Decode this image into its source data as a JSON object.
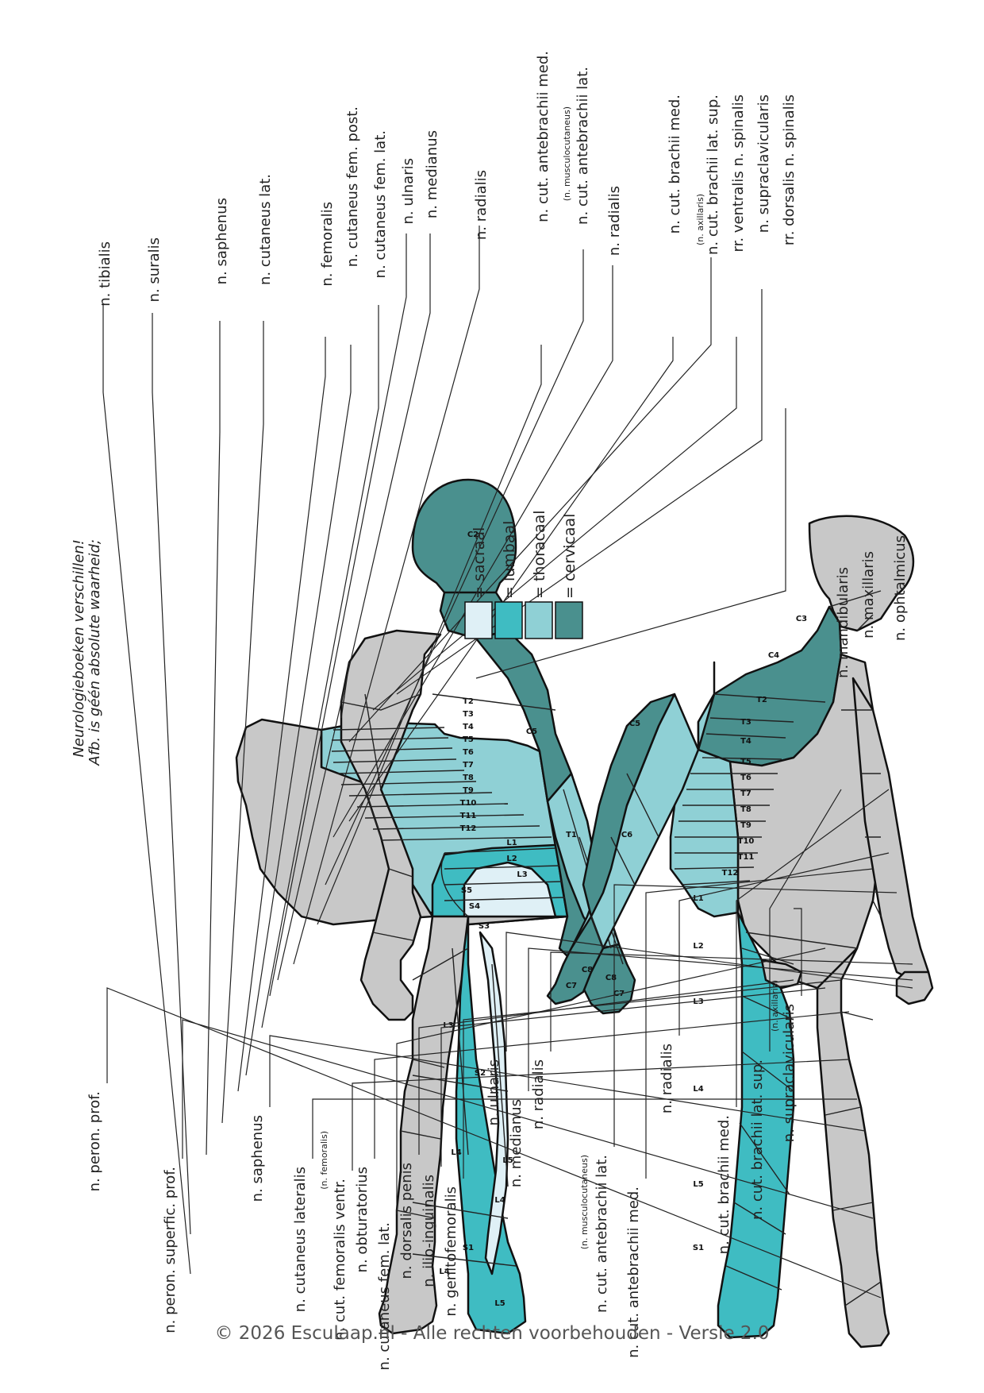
{
  "colors": {
    "cervical": "#4a908e",
    "thoracal": "#8fd0d5",
    "lumbaal": "#3fbcc2",
    "sacraal": "#dff0f6",
    "nerve_gray": "#c8c8c8",
    "outline": "#111111"
  },
  "legend": [
    {
      "key": "cervical",
      "label": "= cervicaal"
    },
    {
      "key": "thoracal",
      "label": "= thoracaal"
    },
    {
      "key": "lumbaal",
      "label": "= lumbaal"
    },
    {
      "key": "sacraal",
      "label": "= sacraal"
    }
  ],
  "note": {
    "line1": "Afb. is géén absolute waarheid;",
    "line2": "Neurologieboeken verschillen!"
  },
  "posterior_labels": [
    {
      "text": "rr. dorsalis n. spinalis"
    },
    {
      "text": "n. supraclavicularis"
    },
    {
      "text": "rr. ventralis n. spinalis"
    },
    {
      "text": "n. cut. brachii lat. sup.",
      "sub": "(n. axillaris)"
    },
    {
      "text": "n. cut. brachii med."
    },
    {
      "text": "n. radialis"
    },
    {
      "text": "n. cut. antebrachii lat.",
      "sub": "(n. musculocutaneus)"
    },
    {
      "text": "n. cut. antebrachii med."
    },
    {
      "text": "n. radialis"
    },
    {
      "text": "n. medianus"
    },
    {
      "text": "n. ulnaris"
    },
    {
      "text": "n. cutaneus fem. lat."
    },
    {
      "text": "n. cutaneus fem. post."
    },
    {
      "text": "n. femoralis"
    },
    {
      "text": "n. cutaneus lat."
    },
    {
      "text": "n. saphenus"
    },
    {
      "text": "n. suralis"
    },
    {
      "text": "n. tibialis"
    }
  ],
  "face_labels": [
    {
      "text": "n. ophtalmicus"
    },
    {
      "text": "n. maxillaris"
    },
    {
      "text": "n. mandibularis"
    }
  ],
  "anterior_labels": [
    {
      "text": "n. supraclavicularis",
      "sub": "(n. axillaris)"
    },
    {
      "text": "n. cut. brachii lat. sup."
    },
    {
      "text": "n. cut. brachii med."
    },
    {
      "text": "n. radialis"
    },
    {
      "text": "n. cut. antebrachii med."
    },
    {
      "text": "n. cut. antebrachii lat.",
      "sub": "(n. musculocutaneus)"
    },
    {
      "text": "n. radialis"
    },
    {
      "text": "n. medianus"
    },
    {
      "text": "n. ulnaris"
    },
    {
      "text": "n. genitofemoralis"
    },
    {
      "text": "n. ilio-inguinalis"
    },
    {
      "text": "n. dorsalis penis"
    },
    {
      "text": "n. cutaneus fem. lat."
    },
    {
      "text": "n. obturatorius"
    },
    {
      "text": "n. cut. femoralis ventr.",
      "sub": "(n. femoralis)"
    },
    {
      "text": "n. cutaneus lateralis"
    },
    {
      "text": "n. saphenus"
    },
    {
      "text": "n. peron. superfic. prof."
    },
    {
      "text": "n. peron. prof."
    }
  ],
  "posterior_segments": [
    "C2",
    "C3",
    "C4",
    "T2",
    "T3",
    "T4",
    "T5",
    "T6",
    "T7",
    "T8",
    "T9",
    "T10",
    "T11",
    "T12",
    "L1",
    "L2",
    "L3",
    "S5",
    "S4",
    "S3",
    "L3",
    "S2",
    "L4",
    "L5",
    "L4",
    "S1",
    "L4",
    "L5",
    "C5",
    "T1",
    "C6",
    "C8",
    "C7"
  ],
  "anterior_segments": [
    "C3",
    "C4",
    "T2",
    "T3",
    "T4",
    "T5",
    "T6",
    "T7",
    "T8",
    "T9",
    "T10",
    "T11",
    "T12",
    "L1",
    "L2",
    "L3",
    "L4",
    "L5",
    "S1",
    "C5",
    "C6",
    "C8",
    "C7"
  ],
  "footer": "© 2026 Esculaap.nl - Alle rechten voorbehouden - Versie 2.0"
}
